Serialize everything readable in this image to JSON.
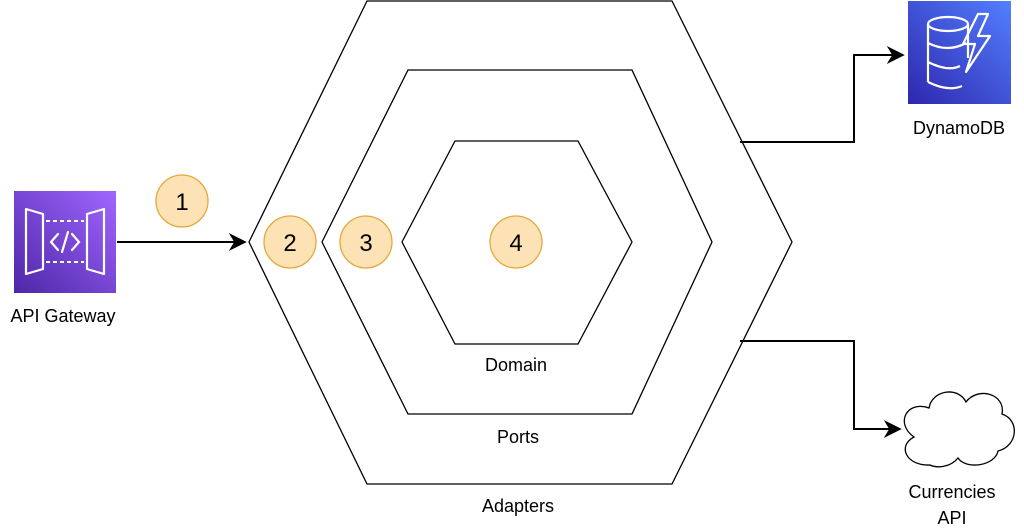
{
  "layers": {
    "adapters": {
      "label": "Adapters"
    },
    "ports": {
      "label": "Ports"
    },
    "domain": {
      "label": "Domain"
    }
  },
  "steps": [
    {
      "number": "1"
    },
    {
      "number": "2"
    },
    {
      "number": "3"
    },
    {
      "number": "4"
    }
  ],
  "services": {
    "api_gateway": {
      "label": "API Gateway",
      "icon": "api-gateway-icon",
      "color": "#7b3fe4"
    },
    "dynamodb": {
      "label": "DynamoDB",
      "icon": "dynamodb-icon",
      "color": "#4c5de0"
    },
    "currencies_api": {
      "label_line1": "Currencies",
      "label_line2": "API",
      "icon": "cloud-icon"
    }
  },
  "colors": {
    "badge_fill": "#fde2b5",
    "badge_stroke": "#e6a83c",
    "line": "#000000"
  }
}
